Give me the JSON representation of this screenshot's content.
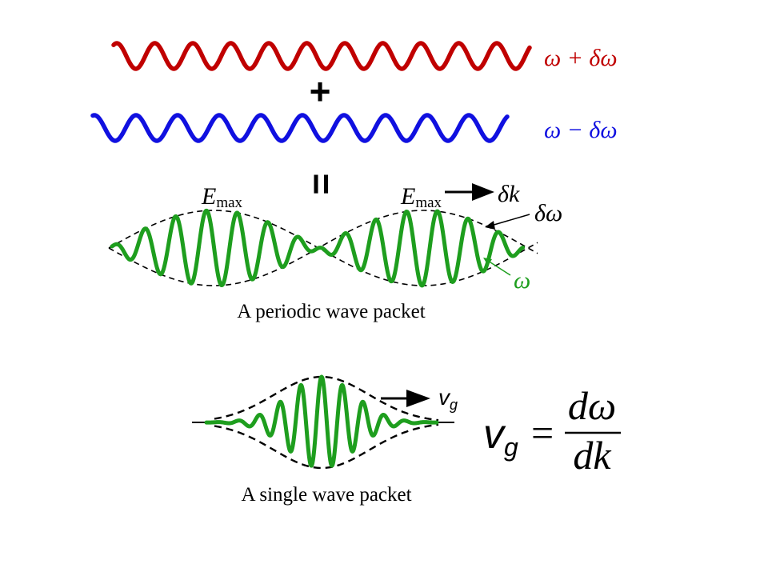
{
  "colors": {
    "wave_plus": "#c00000",
    "wave_minus": "#1010e0",
    "packet": "#1e9e1e",
    "envelope": "#000000",
    "background": "#ffffff"
  },
  "labels": {
    "omega_plus": "ω + δω",
    "omega_minus": "ω − δω",
    "plus_sign": "+",
    "equals_sign": "=",
    "emax_base": "E",
    "emax_sub": "max",
    "delta_k": "δk",
    "delta_omega": "δω",
    "omega": "ω",
    "periodic_caption": "A periodic wave packet",
    "vg_base": "v",
    "vg_sub": "g",
    "single_caption": "A single wave packet",
    "formula_lhs_base": "v",
    "formula_lhs_sub": "g",
    "formula_eq": "=",
    "formula_num": "dω",
    "formula_den": "dk"
  }
}
